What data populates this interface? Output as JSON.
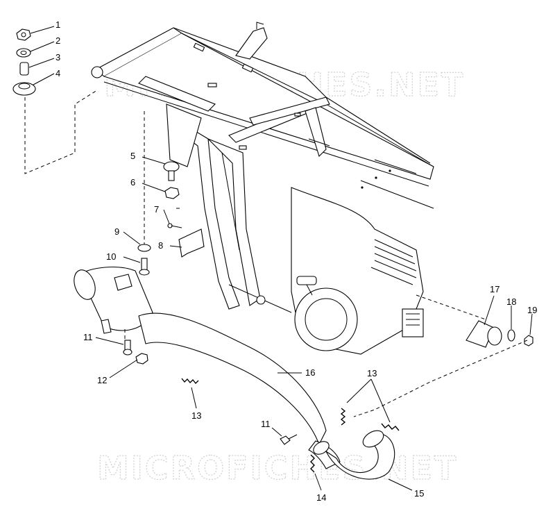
{
  "watermark": {
    "text": "MICROFICHES.NET"
  },
  "callouts": [
    {
      "id": "c1",
      "label": "1"
    },
    {
      "id": "c2",
      "label": "2"
    },
    {
      "id": "c3",
      "label": "3"
    },
    {
      "id": "c4",
      "label": "4"
    },
    {
      "id": "c5",
      "label": "5"
    },
    {
      "id": "c6",
      "label": "6"
    },
    {
      "id": "c7",
      "label": "7"
    },
    {
      "id": "c8",
      "label": "8"
    },
    {
      "id": "c9",
      "label": "9"
    },
    {
      "id": "c10",
      "label": "10"
    },
    {
      "id": "c11a",
      "label": "11"
    },
    {
      "id": "c12",
      "label": "12"
    },
    {
      "id": "c13a",
      "label": "13"
    },
    {
      "id": "c16",
      "label": "16"
    },
    {
      "id": "c17",
      "label": "17"
    },
    {
      "id": "c18",
      "label": "18"
    },
    {
      "id": "c19",
      "label": "19"
    },
    {
      "id": "c13b",
      "label": "13"
    },
    {
      "id": "c11b",
      "label": "11"
    },
    {
      "id": "c14",
      "label": "14"
    },
    {
      "id": "c15",
      "label": "15"
    }
  ]
}
